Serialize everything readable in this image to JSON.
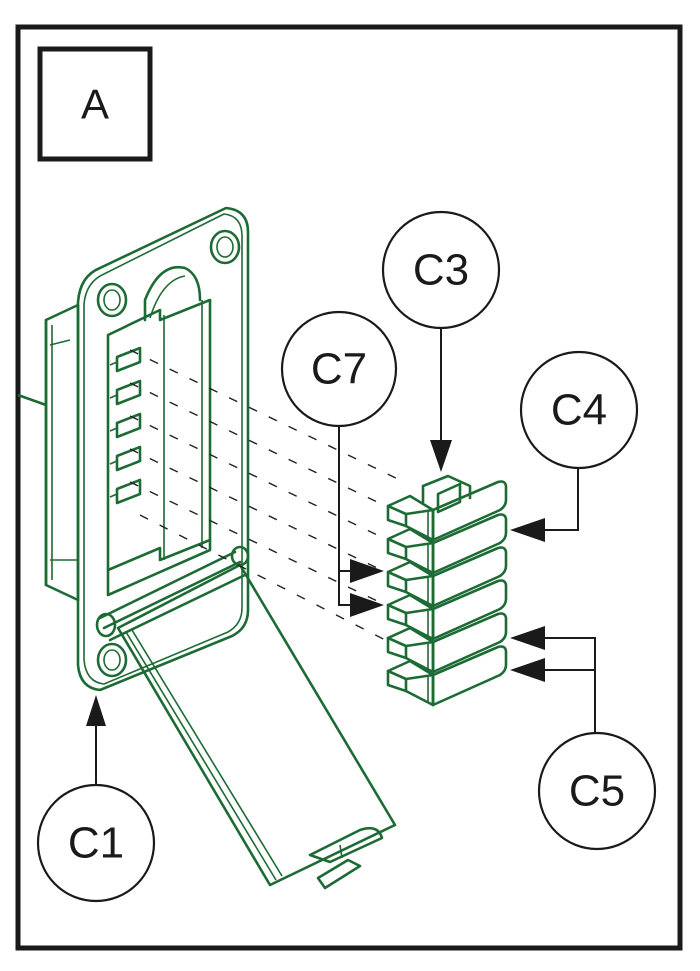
{
  "panel": {
    "label": "A"
  },
  "callouts": [
    {
      "id": "C1",
      "label": "C1",
      "target": "fuse-holder-housing"
    },
    {
      "id": "C3",
      "label": "C3",
      "target": "top-fuse"
    },
    {
      "id": "C4",
      "label": "C4",
      "target": "second-fuse"
    },
    {
      "id": "C5",
      "label": "C5",
      "target": "bottom-two-fuses"
    },
    {
      "id": "C7",
      "label": "C7",
      "target": "middle-two-fuses"
    }
  ],
  "colors": {
    "part_outline": "#1d6b34",
    "callout_line": "#1a1a1a",
    "background": "#ffffff"
  },
  "fuse_count": 6
}
